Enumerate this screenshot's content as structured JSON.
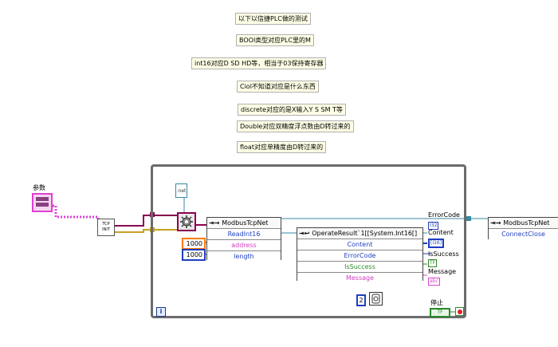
{
  "notes": [
    "以下以信捷PLC做的测试",
    "BOOl类型对应PLC里的M",
    "int16对应D SD HD等，相当于03保持寄存器",
    "Ciol不知道对应是什么东西",
    "discrete对应的是X输入Y S SM T等",
    "Double对应双精度浮点数由D转过来的",
    "float对应单精度由D转过来的"
  ],
  "param_label": "参数",
  "net_icon_text": ".net",
  "tcp_init_text": "TCP INIT",
  "modbus_node": {
    "class": "ModbusTcpNet",
    "method": "ReadInt16",
    "inputs": [
      "address",
      "length"
    ]
  },
  "constants": {
    "address": "1000",
    "length": "1000"
  },
  "result_node": {
    "class": "OperateResult`1[[System.Int16[]",
    "fields": [
      "Content",
      "ErrorCode",
      "IsSuccess",
      "Message"
    ]
  },
  "indicators": {
    "errorcode": "ErrorCode",
    "content": "Content",
    "issuccess": "IsSuccess",
    "message": "Message",
    "i32": "I32",
    "i16": "[I16]",
    "tf": "TF",
    "abc": "abc"
  },
  "wait_value": "2",
  "stop_label": "停止",
  "stop_tf": "TF",
  "iteration_label": "i",
  "close_node": {
    "class": "ModbusTcpNet",
    "method": "ConnectClose"
  },
  "colors": {
    "refnum_wire": "#8a0050",
    "error_wire": "#c8a020",
    "int_wire": "#1f3fbf",
    "bool_wire": "#2c8a2c",
    "string_wire": "#e040d0",
    "loop_border": "#6b6b6b"
  }
}
